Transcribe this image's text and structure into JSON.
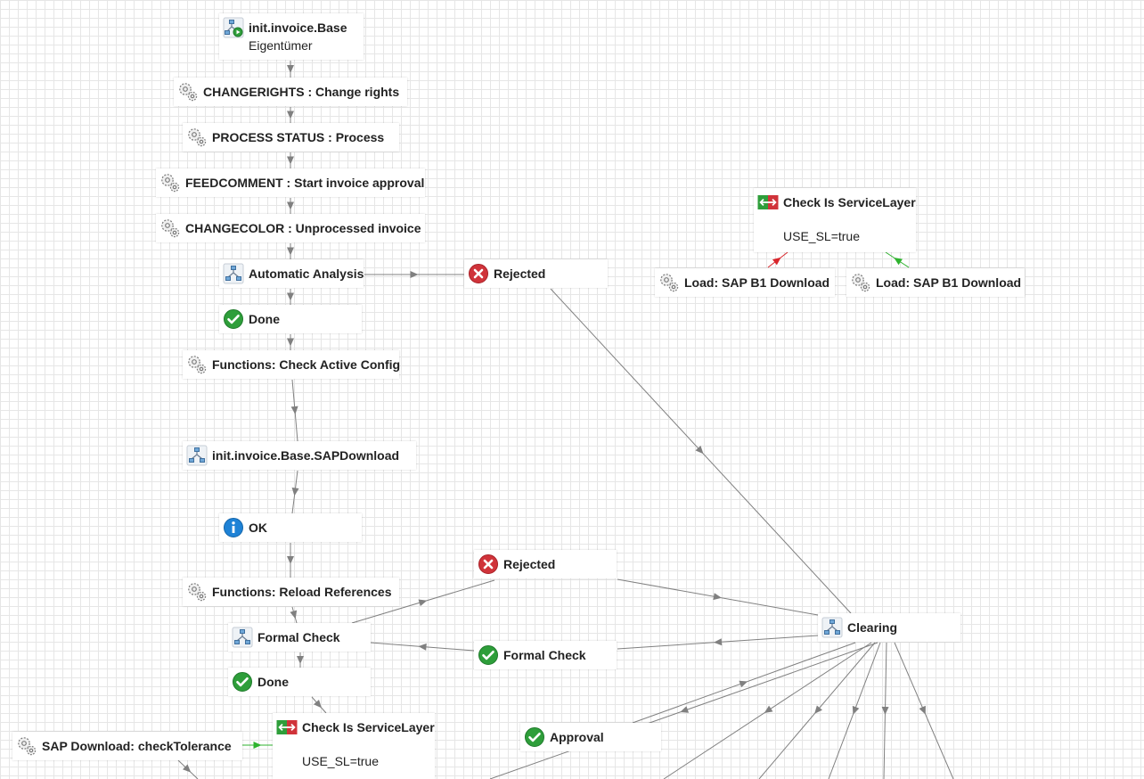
{
  "colors": {
    "edge": "#808080",
    "edge_false": "#d9262c",
    "edge_true": "#2fb32f"
  },
  "nodes": {
    "start": {
      "label": "init.invoice.Base",
      "sub": "Eigentümer",
      "icon": "workflow-start-icon"
    },
    "changerights": {
      "label": "CHANGERIGHTS : Change rights",
      "icon": "gears-icon"
    },
    "process_status": {
      "label": "PROCESS STATUS : Process",
      "icon": "gears-icon"
    },
    "feedcomment": {
      "label": "FEEDCOMMENT : Start invoice approval",
      "icon": "gears-icon"
    },
    "changecolor": {
      "label": "CHANGECOLOR : Unprocessed invoice",
      "icon": "gears-icon"
    },
    "automatic_analysis": {
      "label": "Automatic Analysis",
      "icon": "workflow-icon"
    },
    "rejected_1": {
      "label": "Rejected",
      "icon": "rejected-icon"
    },
    "check_sl_1": {
      "label": "Check Is ServiceLayer",
      "condition": "USE_SL=true",
      "icon": "condition-switch-icon"
    },
    "load_sap_1": {
      "label": "Load: SAP B1 Download",
      "icon": "gears-icon"
    },
    "load_sap_2": {
      "label": "Load: SAP B1 Download",
      "icon": "gears-icon"
    },
    "done_1": {
      "label": "Done",
      "icon": "done-icon"
    },
    "check_active_config": {
      "label": "Functions: Check Active Config",
      "icon": "gears-icon"
    },
    "sap_download": {
      "label": "init.invoice.Base.SAPDownload",
      "icon": "workflow-icon"
    },
    "ok": {
      "label": "OK",
      "icon": "info-icon"
    },
    "rejected_2": {
      "label": "Rejected",
      "icon": "rejected-icon"
    },
    "reload_references": {
      "label": "Functions: Reload References",
      "icon": "gears-icon"
    },
    "formal_check": {
      "label": "Formal Check",
      "icon": "workflow-icon"
    },
    "formal_check_done": {
      "label": "Formal Check",
      "icon": "done-icon"
    },
    "clearing": {
      "label": "Clearing",
      "icon": "workflow-icon"
    },
    "done_2": {
      "label": "Done",
      "icon": "done-icon"
    },
    "check_sl_2": {
      "label": "Check Is ServiceLayer",
      "condition": "USE_SL=true",
      "icon": "condition-switch-icon"
    },
    "check_tolerance": {
      "label": "SAP Download: checkTolerance",
      "icon": "gears-icon"
    },
    "approval": {
      "label": "Approval",
      "icon": "done-icon"
    }
  }
}
